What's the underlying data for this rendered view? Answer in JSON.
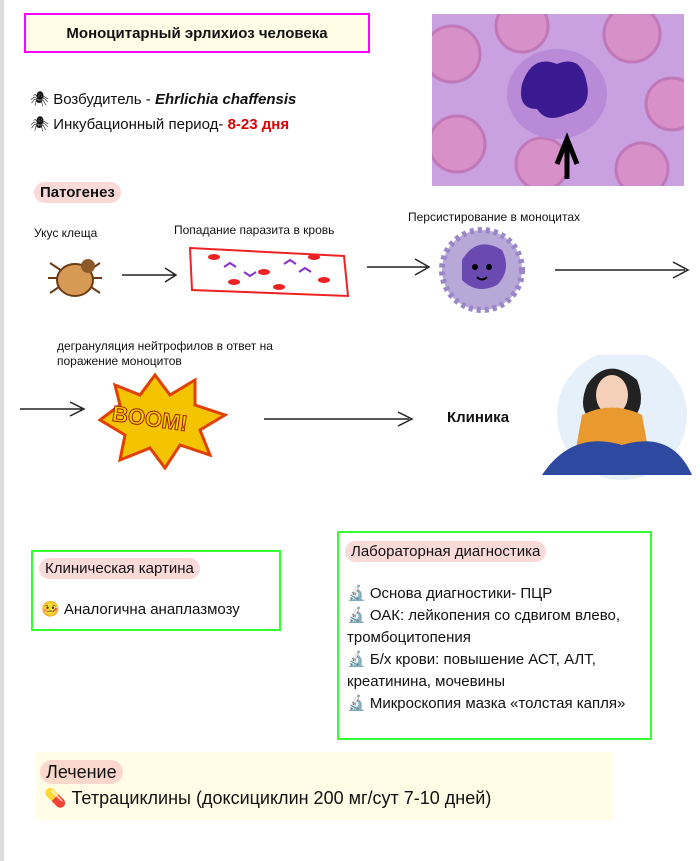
{
  "title": "Моноцитарный эрлихиоз человека",
  "facts": [
    {
      "label": "Возбудитель - ",
      "value": "Ehrlichia chaffensis"
    },
    {
      "label": "Инкубационный период- ",
      "value": "8-23 дня"
    }
  ],
  "pathogenesis": {
    "heading": "Патогенез",
    "steps": [
      "Укус клеща",
      "Попадание паразита в кровь",
      "Персистирование в моноцитах",
      "дегрануляция нейтрофилов в ответ на поражение моноцитов",
      "Клиника"
    ],
    "boom_text": "BOOM!"
  },
  "clinical": {
    "heading": "Клиническая картина",
    "text": "Аналогична анаплазмозу"
  },
  "lab": {
    "heading": "Лабораторная диагностика",
    "items": [
      "Основа диагностики- ПЦР",
      "ОАК: лейкопения со сдвигом влево, тромбоцитопения",
      "Б/х крови: повышение АСТ, АЛТ, креатинина, мочевины",
      "Микроскопия мазка «толстая капля»"
    ]
  },
  "treatment": {
    "heading": "Лечение",
    "text": "Тетрациклины (доксициклин 200 мг/сут 7-10 дней)"
  },
  "colors": {
    "accent_red": "#e00000",
    "title_border": "#ff00ff",
    "box_green": "#33ff33"
  }
}
